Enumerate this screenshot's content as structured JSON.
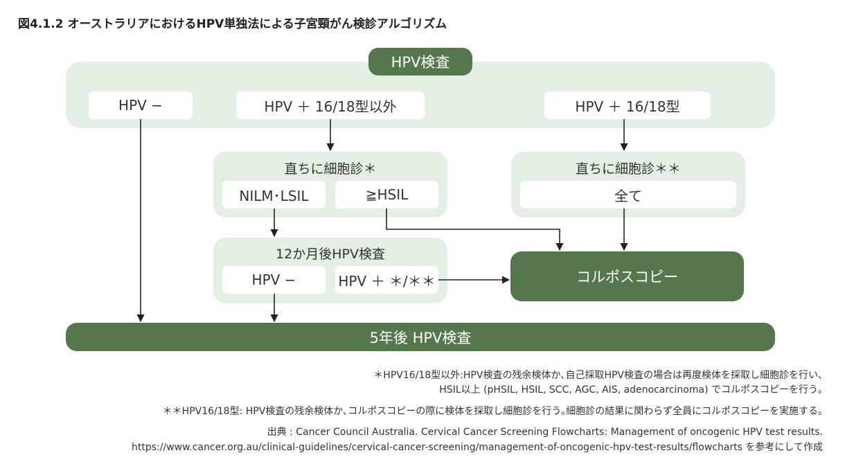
{
  "title": "図4.1.2  オーストラリアにおけるHPV単独法による子宮頸がん検診アルゴリズム",
  "colors": {
    "dark_green": "#54784c",
    "light_green": "#e2efe2",
    "white": "#ffffff"
  },
  "top": {
    "header": "HPV検査",
    "neg": "HPV −",
    "pos_other": "HPV ＋  16/18型以外",
    "pos_1618": "HPV ＋  16/18型"
  },
  "cyto_other": {
    "title": "直ちに細胞診＊",
    "nilm": "NILM･LSIL",
    "hsil": "≧HSIL"
  },
  "cyto_1618": {
    "title": "直ちに細胞診＊＊",
    "all": "全て"
  },
  "retest": {
    "title": "12か月後HPV検査",
    "neg": "HPV −",
    "pos": "HPV ＋  ＊/＊＊"
  },
  "colposcopy": "コルポスコピー",
  "five_year": "5年後  HPV検査",
  "notes": {
    "n1_line1": "＊HPV16/18型以外:HPV検査の残余検体か､自己採取HPV検査の場合は再度検体を採取し細胞診を行い､",
    "n1_line2": "HSIL以上 (pHSIL, HSIL, SCC, AGC, AIS, adenocarcinoma) でコルポスコピーを行う｡",
    "n2": "＊＊HPV16/18型: HPV検査の残余検体か､コルポスコピーの際に検体を採取し細胞診を行う｡細胞診の結果に関わらず全員にコルポスコピーを実施する｡",
    "source_line1": "出典 : Cancer Council Australia. Cervical Cancer Screening Flowcharts: Management of oncogenic HPV test results.",
    "source_line2": "https://www.cancer.org.au/clinical-guidelines/cervical-cancer-screening/management-of-oncogenic-hpv-test-results/flowcharts を参考にして作成"
  }
}
